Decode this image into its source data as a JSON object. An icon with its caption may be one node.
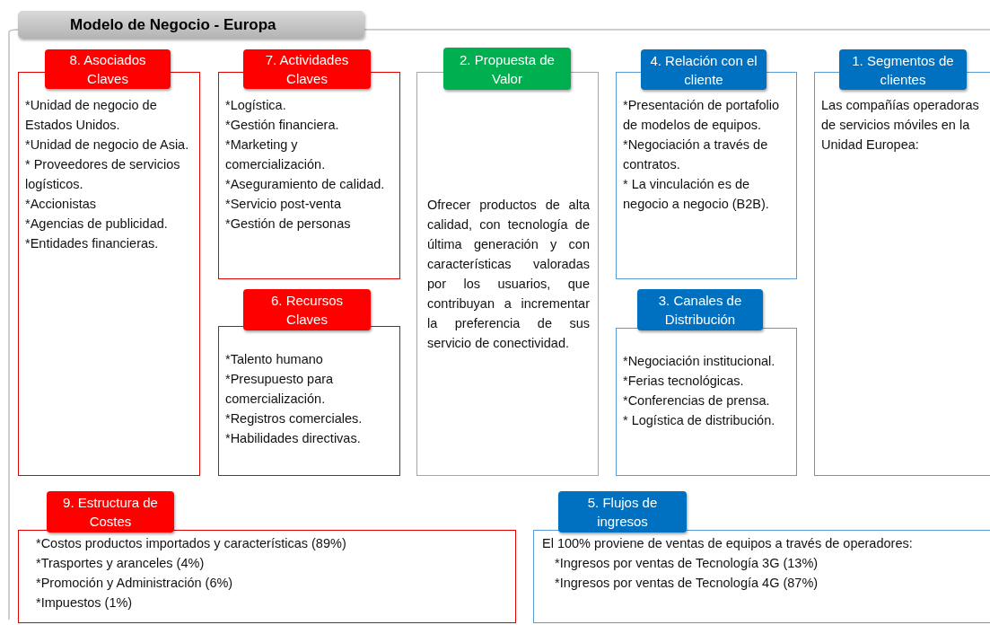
{
  "diagram": {
    "title": "Modelo de Negocio - Europa",
    "nodes": [
      {
        "text": [
          "8. Asociados Claves",
          "*Unidad de negocio de Estados Unidos.",
          "*Unidad de negocio de Asia.",
          "* Proveedores de servicios logísticos.",
          "*Accionistas",
          "*Agencias de publicidad.",
          "*Entidades financieras."
        ]
      },
      {
        "text": [
          "7. Actividades Claves",
          "*Logística.",
          "*Gestión financiera.",
          "*Marketing y comercialización.",
          "*Aseguramiento de calidad.",
          "*Servicio post-venta",
          "*Gestión de personas"
        ]
      },
      {
        "text": [
          "6. Recursos Claves",
          "*Talento humano",
          "*Presupuesto para comercialización.",
          "*Registros comerciales.",
          "*Habilidades directivas."
        ]
      },
      {
        "text": [
          "2. Propuesta de Valor",
          "Ofrecer productos de alta calidad, con tecnología de última generación y con características valoradas por los usuarios, que contribuyan a incrementar la preferencia de sus servicio de conectividad."
        ]
      },
      {
        "text": [
          "4. Relación con el cliente",
          "*Presentación de portafolio de modelos de equipos.",
          "*Negociación a través de contratos.",
          "* La vinculación es de negocio a negocio (B2B)."
        ]
      },
      {
        "text": [
          "3. Canales de Distribución",
          "*Negociación institucional.",
          "*Ferias tecnológicas.",
          "*Conferencias de prensa.",
          "* Logística de distribución."
        ]
      },
      {
        "text": [
          "1. Segmentos de clientes",
          "Las compañías operadoras de servicios móviles en la Unidad Europea:"
        ]
      },
      {
        "text": [
          "9. Estructura de Costes",
          "*Costos productos importados y características (89%)",
          "*Trasportes y aranceles (4%)",
          "*Promoción y Administración (6%)",
          "*Impuestos (1%)"
        ]
      },
      {
        "text": [
          "5. Flujos de ingresos",
          "El 100% proviene de ventas de equipos a través de operadores:",
          "*Ingresos por ventas de Tecnología 3G (13%)",
          "*Ingresos por ventas de Tecnología 4G (87%)"
        ]
      }
    ]
  }
}
